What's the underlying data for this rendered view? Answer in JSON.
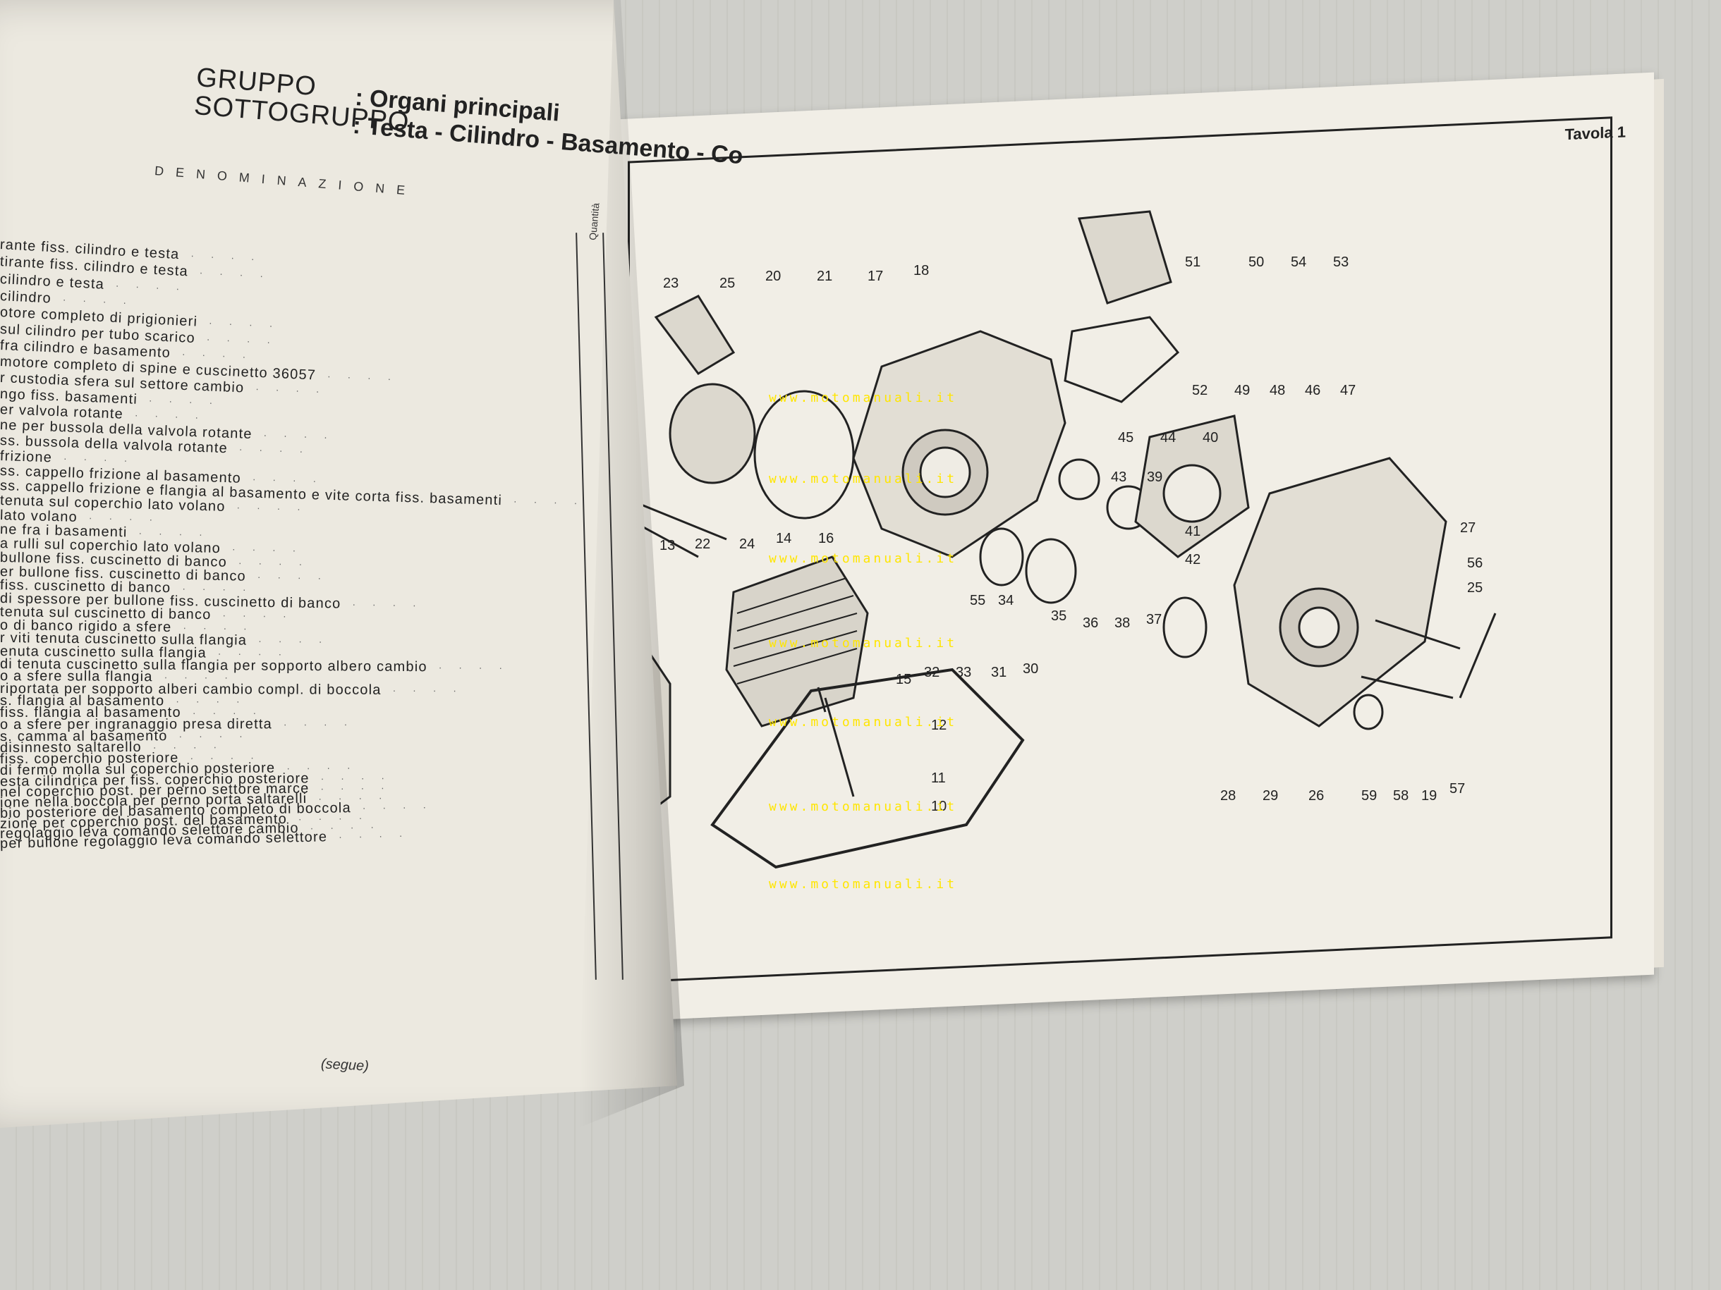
{
  "header": {
    "gruppo_label": "GRUPPO",
    "sottogruppo_label": "SOTTOGRUPPO",
    "gruppo_value": ": Organi principali",
    "sottogruppo_value": ": Testa - Cilindro - Basamento - Co"
  },
  "list": {
    "column_header": "DENOMINAZIONE",
    "quantity_header": "Quantità",
    "rows": [
      "rante fiss. cilindro e testa",
      "tirante fiss. cilindro e testa",
      "cilindro e testa",
      "cilindro",
      "otore completo di prigionieri",
      "sul cilindro per tubo scarico",
      "fra cilindro e basamento",
      "motore completo di spine e cuscinetto 36057",
      "r custodia sfera sul settore cambio",
      "ngo fiss. basamenti",
      "er valvola rotante",
      "ne per bussola della valvola rotante",
      "ss. bussola della valvola rotante",
      "frizione",
      "ss. cappello frizione al basamento",
      "ss. cappello frizione e flangia al basamento e vite corta fiss. basamenti",
      "tenuta sul coperchio lato volano",
      "lato volano",
      "ne fra i basamenti",
      "a rulli sul coperchio lato volano",
      "bullone fiss. cuscinetto di banco",
      "er bullone fiss. cuscinetto di banco",
      "fiss. cuscinetto di banco",
      "di spessore per bullone fiss. cuscinetto di banco",
      "tenuta sul cuscinetto di banco",
      "o di banco rigido a sfere",
      "r viti tenuta cuscinetto sulla flangia",
      "enuta cuscinetto sulla flangia",
      "di tenuta cuscinetto sulla flangia per sopporto albero cambio",
      "o a sfere sulla flangia",
      "riportata per sopporto alberi cambio compl. di boccola",
      "s. flangia al basamento",
      "fiss. flangia al basamento",
      "o a sfere per ingranaggio presa diretta",
      "s. camma al basamento",
      "disinnesto saltarello",
      "fiss. coperchio posteriore",
      "di fermo molla sul coperchio posteriore",
      "esta cilindrica per fiss. coperchio posteriore",
      "nel coperchio post. per perno settore marce",
      "ione nella boccola per perno porta saltarelli",
      "bio posteriore del basamento completo di boccola",
      "zione per coperchio post. del basamento",
      "regolaggio leva comando selettore cambio",
      "per bullone regolaggio leva comando selettore"
    ],
    "footer": "(segue)"
  },
  "plate": {
    "title": "Tavola 1",
    "watermark": "www.motomanuali.it",
    "callouts": [
      "23",
      "25",
      "20",
      "21",
      "17",
      "18",
      "51",
      "50",
      "54",
      "53",
      "52",
      "49",
      "48",
      "46",
      "47",
      "45",
      "44",
      "40",
      "43",
      "39",
      "24",
      "22",
      "14",
      "16",
      "13",
      "55",
      "34",
      "35",
      "36",
      "38",
      "37",
      "41",
      "42",
      "27",
      "56",
      "25",
      "33",
      "31",
      "30",
      "32",
      "15",
      "12",
      "11",
      "10",
      "28",
      "29",
      "26",
      "59",
      "58",
      "19",
      "57"
    ]
  }
}
